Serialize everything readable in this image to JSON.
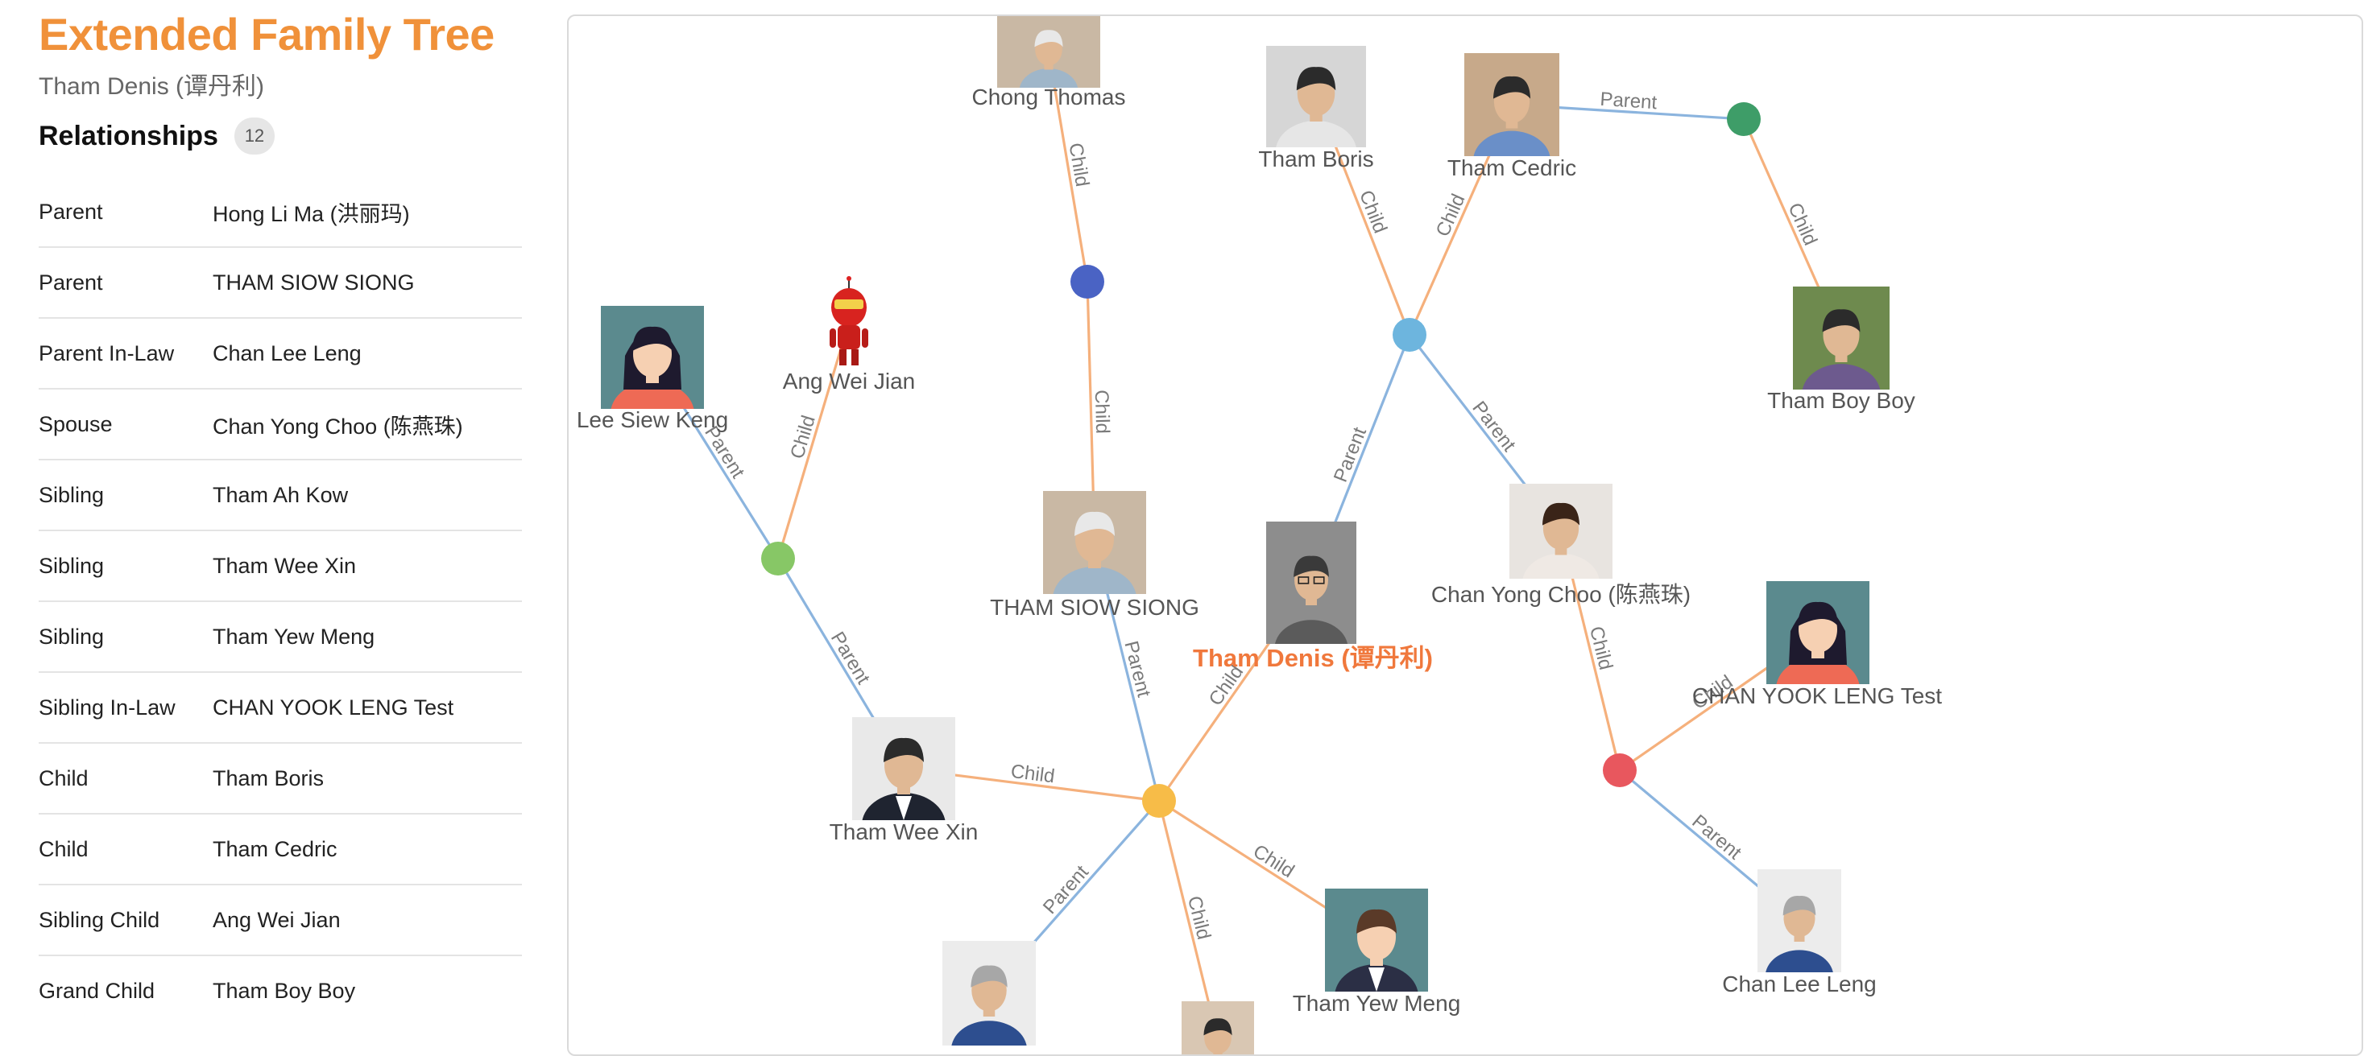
{
  "header": {
    "title": "Extended Family Tree",
    "subtitle": "Tham Denis (谭丹利)",
    "title_color": "#f0913a"
  },
  "relationships": {
    "heading": "Relationships",
    "count": "12",
    "rows": [
      {
        "type": "Parent",
        "name": "Hong Li Ma (洪丽玛)"
      },
      {
        "type": "Parent",
        "name": "THAM SIOW SIONG"
      },
      {
        "type": "Parent In-Law",
        "name": "Chan Lee Leng"
      },
      {
        "type": "Spouse",
        "name": "Chan Yong Choo (陈燕珠)"
      },
      {
        "type": "Sibling",
        "name": "Tham Ah Kow"
      },
      {
        "type": "Sibling",
        "name": "Tham Wee Xin"
      },
      {
        "type": "Sibling",
        "name": "Tham Yew Meng"
      },
      {
        "type": "Sibling In-Law",
        "name": "CHAN YOOK LENG Test"
      },
      {
        "type": "Child",
        "name": "Tham Boris"
      },
      {
        "type": "Child",
        "name": "Tham Cedric"
      },
      {
        "type": "Sibling Child",
        "name": "Ang Wei Jian"
      },
      {
        "type": "Grand Child",
        "name": "Tham Boy Boy"
      }
    ]
  },
  "graph": {
    "colors": {
      "parent_edge": "#8bb4de",
      "child_edge": "#f5b07c",
      "edge_label": "#7a7a7a",
      "node_label": "#555555",
      "focus_label": "#f0783c"
    },
    "people": [
      {
        "id": "chong_thomas",
        "label": "Chong Thomas",
        "avatar": "elderly-man-photo"
      },
      {
        "id": "tham_boris",
        "label": "Tham Boris",
        "avatar": "boy-photo"
      },
      {
        "id": "tham_cedric",
        "label": "Tham Cedric",
        "avatar": "young-man-photo"
      },
      {
        "id": "tham_boy_boy",
        "label": "Tham Boy Boy",
        "avatar": "toddler-photo"
      },
      {
        "id": "lee_siew_keng",
        "label": "Lee Siew Keng",
        "avatar": "woman-illustration"
      },
      {
        "id": "ang_wei_jian",
        "label": "Ang Wei Jian",
        "avatar": "robot-illustration"
      },
      {
        "id": "tham_siow_siong",
        "label": "THAM SIOW SIONG",
        "avatar": "elderly-man-photo"
      },
      {
        "id": "tham_denis",
        "label": "Tham Denis (谭丹利)",
        "avatar": "man-with-glasses-photo",
        "focus": true
      },
      {
        "id": "chan_yong_choo",
        "label": "Chan Yong Choo (陈燕珠)",
        "avatar": "woman-photo"
      },
      {
        "id": "chan_yook_leng",
        "label": "CHAN YOOK LENG Test",
        "avatar": "woman-illustration"
      },
      {
        "id": "tham_wee_xin",
        "label": "Tham Wee Xin",
        "avatar": "man-in-suit-photo"
      },
      {
        "id": "tham_yew_meng",
        "label": "Tham Yew Meng",
        "avatar": "man-illustration"
      },
      {
        "id": "chan_lee_leng",
        "label": "Chan Lee Leng",
        "avatar": "elderly-woman-photo"
      },
      {
        "id": "hong_li_ma",
        "label": "",
        "avatar": "elderly-woman-photo"
      },
      {
        "id": "tham_ah_kow",
        "label": "",
        "avatar": "man-photo"
      }
    ],
    "unions": [
      {
        "id": "u_thomas",
        "color": "#4a63c4"
      },
      {
        "id": "u_denis",
        "color": "#6db5de"
      },
      {
        "id": "u_cedric",
        "color": "#3e9d68"
      },
      {
        "id": "u_lee",
        "color": "#87c766"
      },
      {
        "id": "u_siong",
        "color": "#f7bc48"
      },
      {
        "id": "u_chan",
        "color": "#e8575e"
      }
    ],
    "edges": [
      {
        "from": "chong_thomas",
        "to": "u_thomas",
        "kind": "child",
        "label": "Child"
      },
      {
        "from": "u_thomas",
        "to": "tham_siow_siong",
        "kind": "child",
        "label": "Child"
      },
      {
        "from": "tham_boris",
        "to": "u_denis",
        "kind": "child",
        "label": "Child"
      },
      {
        "from": "tham_cedric",
        "to": "u_denis",
        "kind": "child",
        "label": "Child"
      },
      {
        "from": "tham_cedric",
        "to": "u_cedric",
        "kind": "parent",
        "label": "Parent"
      },
      {
        "from": "u_cedric",
        "to": "tham_boy_boy",
        "kind": "child",
        "label": "Child"
      },
      {
        "from": "u_denis",
        "to": "tham_denis",
        "kind": "parent",
        "label": "Parent"
      },
      {
        "from": "u_denis",
        "to": "chan_yong_choo",
        "kind": "parent",
        "label": "Parent"
      },
      {
        "from": "lee_siew_keng",
        "to": "u_lee",
        "kind": "parent",
        "label": "Parent"
      },
      {
        "from": "ang_wei_jian",
        "to": "u_lee",
        "kind": "child",
        "label": "Child"
      },
      {
        "from": "u_lee",
        "to": "tham_wee_xin",
        "kind": "parent",
        "label": "Parent"
      },
      {
        "from": "tham_siow_siong",
        "to": "u_siong",
        "kind": "parent",
        "label": "Parent"
      },
      {
        "from": "tham_denis",
        "to": "u_siong",
        "kind": "child",
        "label": "Child"
      },
      {
        "from": "tham_wee_xin",
        "to": "u_siong",
        "kind": "child",
        "label": "Child"
      },
      {
        "from": "u_siong",
        "to": "tham_yew_meng",
        "kind": "child",
        "label": "Child"
      },
      {
        "from": "u_siong",
        "to": "hong_li_ma",
        "kind": "parent",
        "label": "Parent"
      },
      {
        "from": "u_siong",
        "to": "tham_ah_kow",
        "kind": "child",
        "label": "Child"
      },
      {
        "from": "chan_yong_choo",
        "to": "u_chan",
        "kind": "child",
        "label": "Child"
      },
      {
        "from": "chan_yook_leng",
        "to": "u_chan",
        "kind": "child",
        "label": "Child"
      },
      {
        "from": "u_chan",
        "to": "chan_lee_leng",
        "kind": "parent",
        "label": "Parent"
      }
    ]
  }
}
